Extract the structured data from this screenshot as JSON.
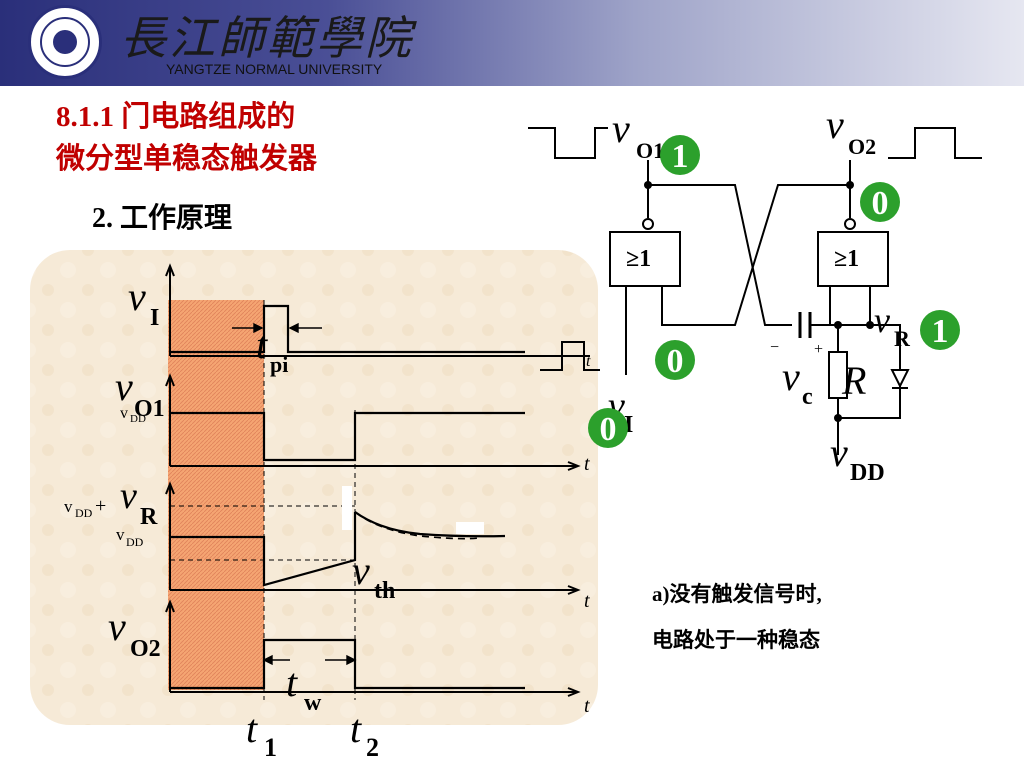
{
  "header": {
    "logo_cn": "長江師範學院",
    "logo_en": "YANGTZE NORMAL UNIVERSITY"
  },
  "title": {
    "line1": "8.1.1 门电路组成的",
    "line2": "微分型单稳态触发器"
  },
  "subtitle": "2. 工作原理",
  "circuit": {
    "gate1_label": "≥1",
    "gate2_label": "≥1",
    "vO1_main": "v",
    "vO1_sub": "O1",
    "vO2_main": "v",
    "vO2_sub": "O2",
    "vR_main": "v",
    "vR_sub": "R",
    "vc_main": "v",
    "vc_sub": "c",
    "R_label": "R",
    "vDD_main": "v",
    "vDD_sub": "DD",
    "vI_main": "v",
    "vI_sub": "I",
    "plus": "+",
    "minus": "−",
    "t_small": "t",
    "badge_vO1": "1",
    "badge_vO2": "0",
    "badge_vR": "1",
    "badge_gate1_in": "0",
    "badge_vI": "0"
  },
  "timing": {
    "vI_main": "v",
    "vI_sub": "I",
    "tpi_main": "t",
    "tpi_sub": "pi",
    "vO1_main": "v",
    "vO1_sub": "O1",
    "vDD_a_main": "v",
    "vDD_a_sub": "DD",
    "vR_pre": "v",
    "vR_pre_sub": "DD",
    "vR_plus": "+",
    "vR_main": "v",
    "vR_sub": "R",
    "vDD_b_main": "v",
    "vDD_b_sub": "DD",
    "vth_main": "v",
    "vth_sub": "th",
    "vO2_main": "v",
    "vO2_sub": "O2",
    "tw_main": "t",
    "tw_sub": "w",
    "t1_main": "t",
    "t1_sub": "1",
    "t2_main": "t",
    "t2_sub": "2",
    "t_axis": "t"
  },
  "caption": {
    "line1": "a)没有触发信号时,",
    "line2": "电路处于一种稳态"
  },
  "colors": {
    "title": "#c00000",
    "badge": "#2ca02c",
    "panel": "#f6ead7",
    "highlight": "#f5a572"
  }
}
